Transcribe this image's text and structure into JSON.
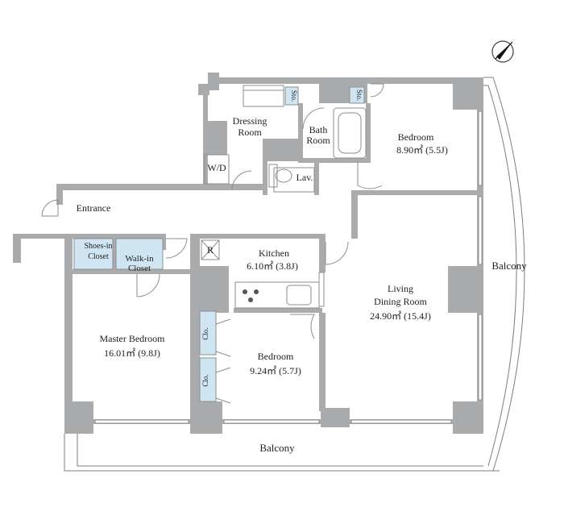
{
  "rooms": {
    "dressing_room": [
      "Dressing",
      "Room"
    ],
    "sto_left": "Sto.",
    "sto_right": "Sto.",
    "bath_room": [
      "Bath",
      "Room"
    ],
    "bedroom_ne": {
      "name": "Bedroom",
      "area": "8.90㎡  (5.5J)"
    },
    "wd": "W/D",
    "lav": "Lav.",
    "entrance": "Entrance",
    "shoes_in_closet": [
      "Shoes-in",
      "Closet"
    ],
    "walk_in_closet": [
      "Walk-in",
      "Closet"
    ],
    "refrigerator": "R",
    "kitchen": {
      "name": "Kitchen",
      "area": "6.10㎡  (3.8J)"
    },
    "living": {
      "name": [
        "Living",
        "Dining Room"
      ],
      "area": "24.90㎡  (15.4J)"
    },
    "master_bedroom": {
      "name": "Master Bedroom",
      "area": "16.01㎡  (9.8J)"
    },
    "clo_upper": "Clo.",
    "clo_lower": "Clo.",
    "bedroom_s": {
      "name": "Bedroom",
      "area": "9.24㎡  (5.7J)"
    }
  },
  "balcony_south": "Balcony",
  "balcony_east": "Balcony",
  "compass_icon": "north-arrow-icon",
  "colors": {
    "wall": "#a9abad",
    "closet": "#cfe6f2",
    "text": "#222222"
  }
}
